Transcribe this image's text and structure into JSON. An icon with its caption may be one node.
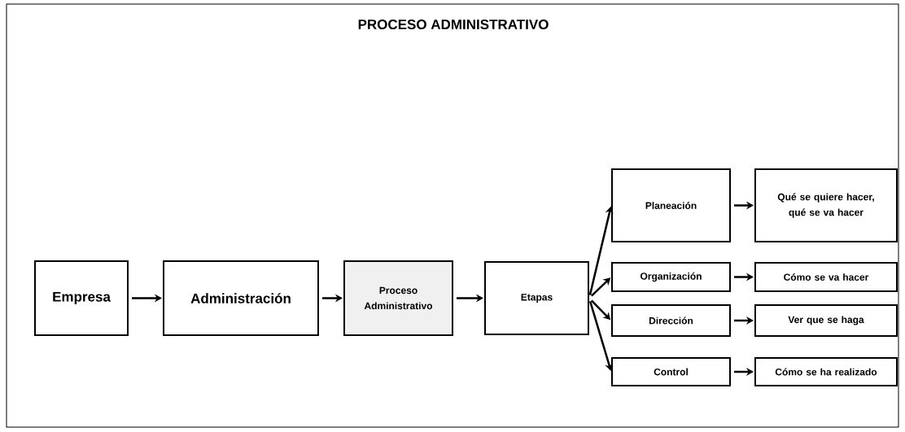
{
  "diagram": {
    "title": "PROCESO ADMINISTRATIVO",
    "nodes": [
      {
        "text": [
          "Empresa"
        ]
      },
      {
        "text": [
          "Administración"
        ]
      },
      {
        "text": [
          "Proceso Administrativo"
        ]
      },
      {
        "text": [
          "Etapas"
        ]
      },
      {
        "text": [
          "Planeación"
        ]
      },
      {
        "text": [
          "Qué se quiere hacer, qué se va hacer"
        ]
      },
      {
        "text": [
          "Organización"
        ]
      },
      {
        "text": [
          "Cómo se va hacer"
        ]
      },
      {
        "text": [
          "Dirección"
        ]
      },
      {
        "text": [
          "Ver que se haga"
        ]
      },
      {
        "text": [
          "Control"
        ]
      },
      {
        "text": [
          "Cómo se ha realizado"
        ]
      }
    ],
    "edges": [
      {
        "from": 0,
        "to": 1,
        "arrow": "to"
      },
      {
        "from": 1,
        "to": 2,
        "arrow": "to"
      },
      {
        "from": 2,
        "to": 3,
        "arrow": "to"
      },
      {
        "from": 3,
        "to": 4,
        "arrow": "to"
      },
      {
        "from": 3,
        "to": 6,
        "arrow": "to"
      },
      {
        "from": 3,
        "to": 8,
        "arrow": "to"
      },
      {
        "from": 3,
        "to": 10,
        "arrow": "to"
      },
      {
        "from": 4,
        "to": 5,
        "arrow": "to"
      },
      {
        "from": 6,
        "to": 7,
        "arrow": "to"
      },
      {
        "from": 8,
        "to": 9,
        "arrow": "to"
      },
      {
        "from": 10,
        "to": 11,
        "arrow": "to"
      }
    ]
  }
}
